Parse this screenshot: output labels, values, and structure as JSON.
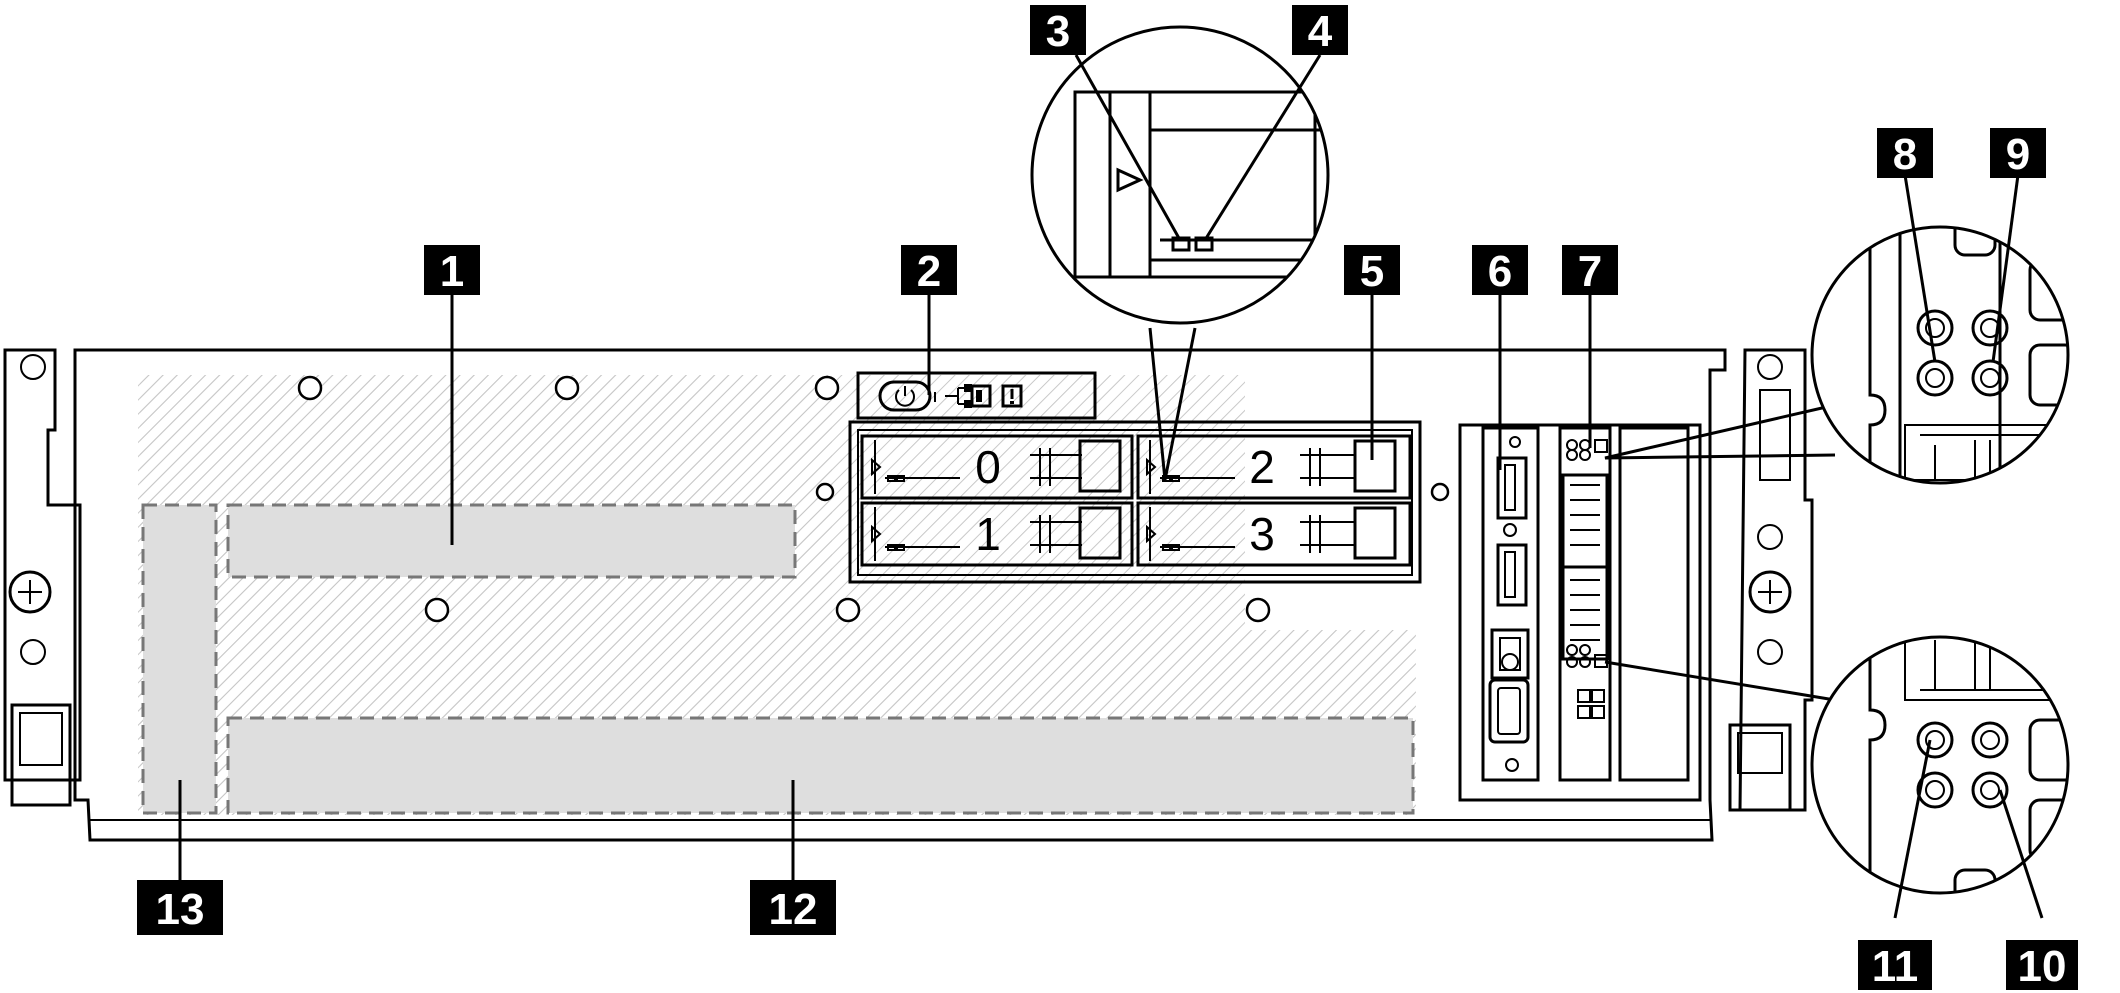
{
  "colors": {
    "ink": "#000000",
    "hatch": "#c9c9c9",
    "area_fill": "#dedede",
    "callout_text": "#ffffff"
  },
  "callouts": {
    "c1": "1",
    "c2": "2",
    "c3": "3",
    "c4": "4",
    "c5": "5",
    "c6": "6",
    "c7": "7",
    "c8": "8",
    "c9": "9",
    "c10": "10",
    "c11": "11",
    "c12": "12",
    "c13": "13"
  },
  "drive_bays": {
    "bay0": "0",
    "bay1": "1",
    "bay2": "2",
    "bay3": "3"
  },
  "icons": [
    "power-button-icon",
    "network-activity-icon",
    "system-id-icon",
    "system-error-icon"
  ]
}
